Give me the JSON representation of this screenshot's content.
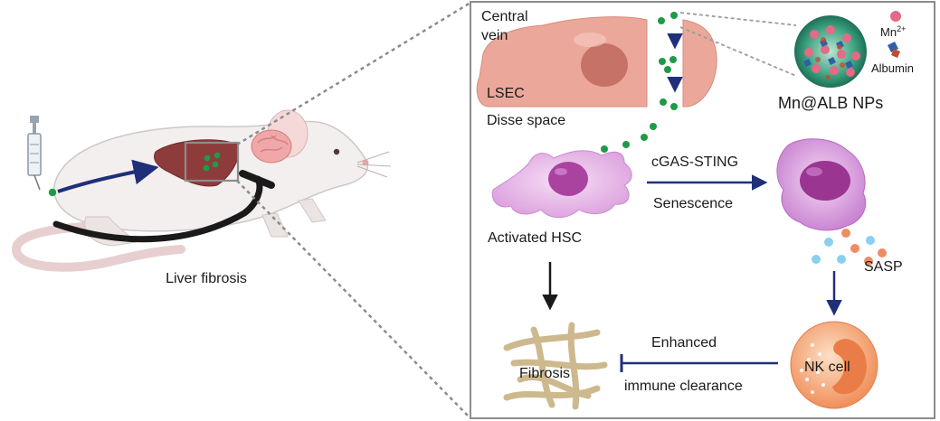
{
  "left": {
    "caption": "Liver fibrosis"
  },
  "panel": {
    "vessel_label_line1": "Central",
    "vessel_label_line2": "vein",
    "endothelial_label": "LSEC",
    "space_label": "Disse space",
    "nanoparticle_label": "Mn@ALB NPs",
    "ion_label": "Mn",
    "ion_charge": "2+",
    "protein_label": "Albumin",
    "hsc_label": "Activated HSC",
    "pathway_label": "cGAS-STING",
    "process_label": "Senescence",
    "secretome_label": "SASP",
    "nk_label": "NK cell",
    "outcome_label": "Fibrosis",
    "clearance_line1": "Enhanced",
    "clearance_line2": "immune clearance"
  },
  "colors": {
    "arrow_navy": "#1f2f7a",
    "nanoparticle_green": "#1f9a46",
    "panel_border": "#8c8c8c",
    "liver_red": "#8e3b3b",
    "cell_pink": "#e2a8df",
    "endothelium": "#eba89a",
    "nk_orange": "#f2a070",
    "fiber_tan": "#cdb98d"
  }
}
